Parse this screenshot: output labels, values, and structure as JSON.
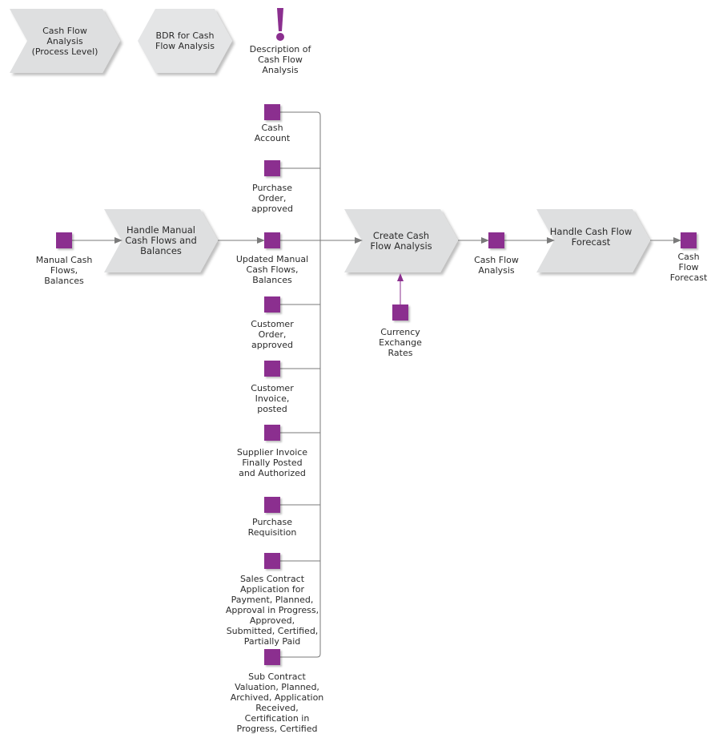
{
  "colors": {
    "process_fill": "#dedfe0",
    "process_shadow": "#bfc0c1",
    "object_fill": "#8b2f8f",
    "connector": "#7a7a7a",
    "accent_arrow": "#8b2f8f"
  },
  "legend": {
    "process_level": "Cash Flow\nAnalysis\n(Process Level)",
    "bdr": "BDR for Cash\nFlow Analysis",
    "description_icon": "exclamation-icon",
    "description": "Description of\nCash Flow\nAnalysis"
  },
  "functions": {
    "handle_manual": "Handle Manual\nCash Flows and\nBalances",
    "create_analysis": "Create Cash\nFlow Analysis",
    "handle_forecast": "Handle Cash Flow\nForecast"
  },
  "objects": {
    "manual_cash_flows": "Manual Cash\nFlows,\nBalances",
    "cash_account": "Cash\nAccount",
    "purchase_order": "Purchase\nOrder,\napproved",
    "updated_manual": "Updated Manual\nCash Flows,\nBalances",
    "customer_order": "Customer\nOrder,\napproved",
    "customer_invoice": "Customer\nInvoice,\nposted",
    "supplier_invoice": "Supplier Invoice\nFinally Posted\nand Authorized",
    "purchase_requisition": "Purchase\nRequisition",
    "sales_contract": "Sales Contract\nApplication for\nPayment, Planned,\nApproval in Progress,\nApproved,\nSubmitted, Certified,\nPartially Paid",
    "sub_contract": "Sub Contract\nValuation, Planned,\nArchived, Application\nReceived,\nCertification in\nProgress, Certified",
    "currency_rates": "Currency\nExchange\nRates",
    "cash_flow_analysis": "Cash Flow\nAnalysis",
    "cash_flow_forecast": "Cash\nFlow\nForecast"
  }
}
